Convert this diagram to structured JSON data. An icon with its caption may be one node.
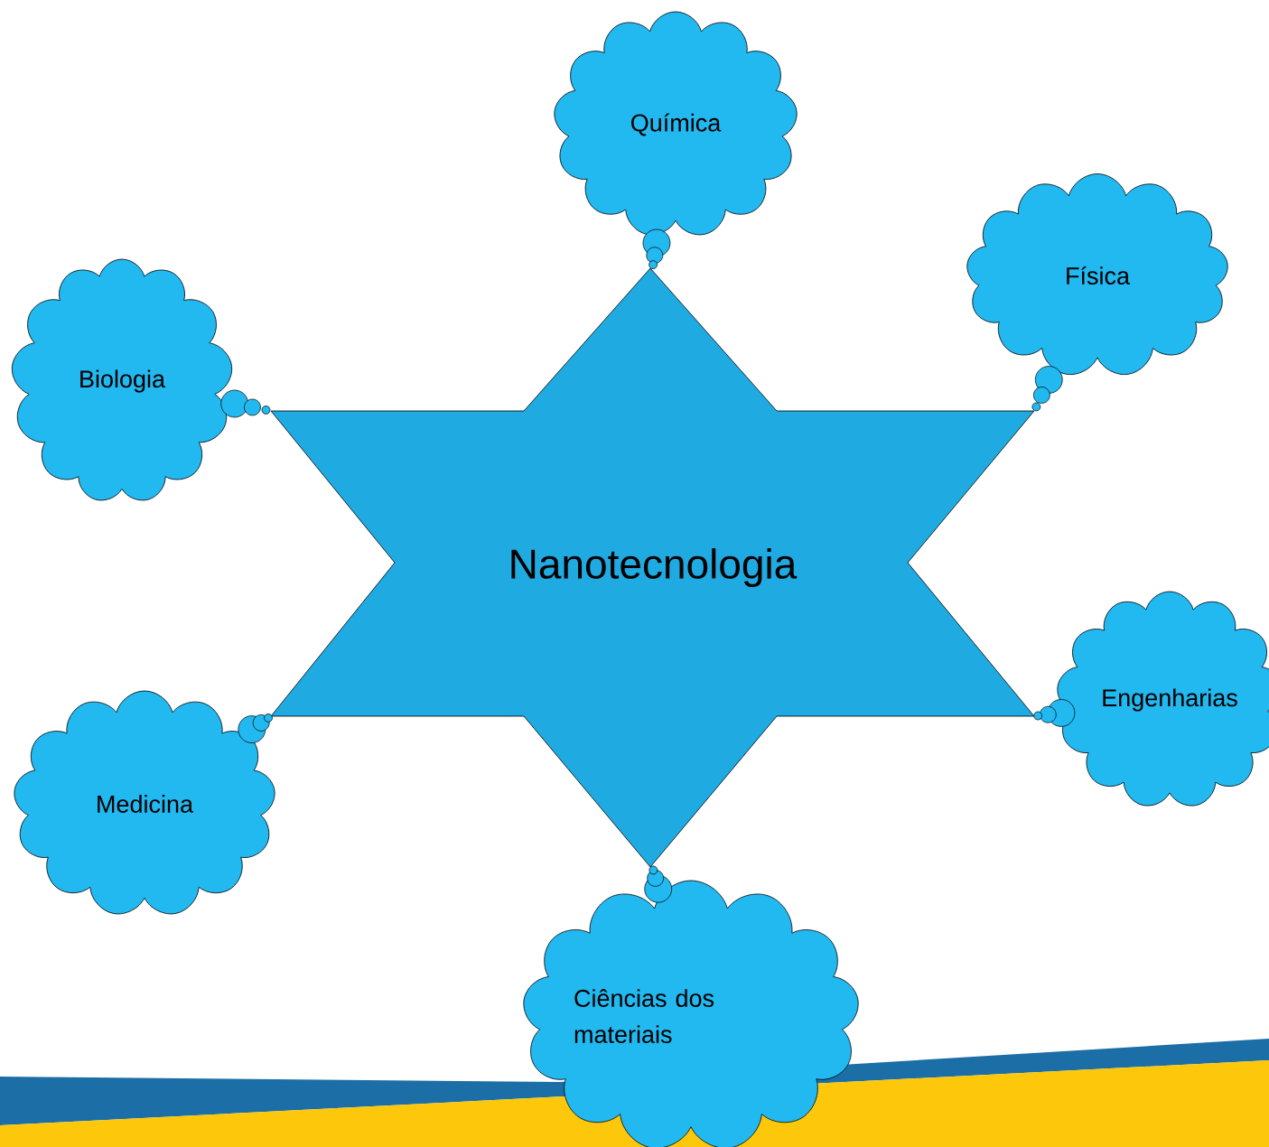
{
  "diagram": {
    "nodes": [
      {
        "text": [
          "Nanotecnologia"
        ]
      },
      {
        "text": [
          "Química"
        ]
      },
      {
        "text": [
          "Física"
        ]
      },
      {
        "text": [
          "Biologia"
        ]
      },
      {
        "text": [
          "Engenharias"
        ]
      },
      {
        "text": [
          "Medicina"
        ]
      },
      {
        "text": [
          "Ciências dos materiais"
        ]
      }
    ],
    "edges": [
      {
        "from": 1,
        "to": 0,
        "arrow": "none"
      },
      {
        "from": 2,
        "to": 0,
        "arrow": "none"
      },
      {
        "from": 3,
        "to": 0,
        "arrow": "none"
      },
      {
        "from": 4,
        "to": 0,
        "arrow": "none"
      },
      {
        "from": 5,
        "to": 0,
        "arrow": "none"
      },
      {
        "from": 6,
        "to": 0,
        "arrow": "none"
      }
    ]
  }
}
